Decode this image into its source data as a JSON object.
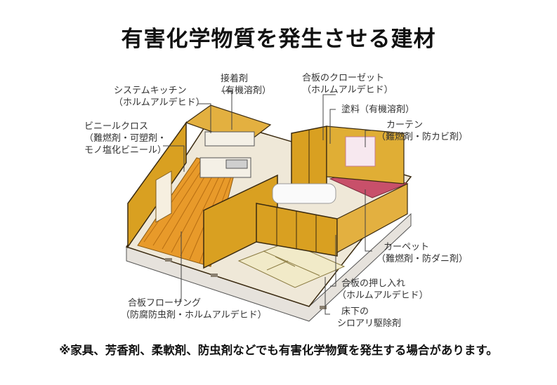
{
  "title": "有害化学物質を発生させる建材",
  "labels": {
    "system_kitchen": {
      "line1": "システムキッチン",
      "line2": "（ホルムアルデヒド）"
    },
    "adhesive": {
      "line1": "接着剤",
      "line2": "（有機溶剤）"
    },
    "vinyl_cloth": {
      "line1": "ビニールクロス",
      "line2": "（難燃剤・可塑剤・",
      "line3": "モノ塩化ビニール）"
    },
    "closet": {
      "line1": "合板のクローゼット",
      "line2": "（ホルムアルデヒド）"
    },
    "paint": {
      "line1": "塗料（有機溶剤）"
    },
    "curtain": {
      "line1": "カーテン",
      "line2": "（難燃剤・防カビ剤）"
    },
    "carpet": {
      "line1": "カーペット",
      "line2": "（難燃剤・防ダニ剤）"
    },
    "plywood_storage": {
      "line1": "合板の押し入れ",
      "line2": "（ホルムアルデヒド）"
    },
    "termite": {
      "line1": "床下の",
      "line2": "シロアリ駆除剤"
    },
    "flooring": {
      "line1": "合板フローリング",
      "line2": "（防腐防虫剤・ホルムアルデヒド）"
    }
  },
  "footnote": "※家具、芳香剤、柔軟剤、防虫剤などでも有害化学物質を発生する場合があります。",
  "colors": {
    "wall_ochre": "#d9a021",
    "floor_wood": "#e89a2a",
    "carpet_pink": "#c8506a",
    "tatami": "#f1eac8",
    "outline": "#3a2a10",
    "base_gray": "#e6e2dc"
  }
}
